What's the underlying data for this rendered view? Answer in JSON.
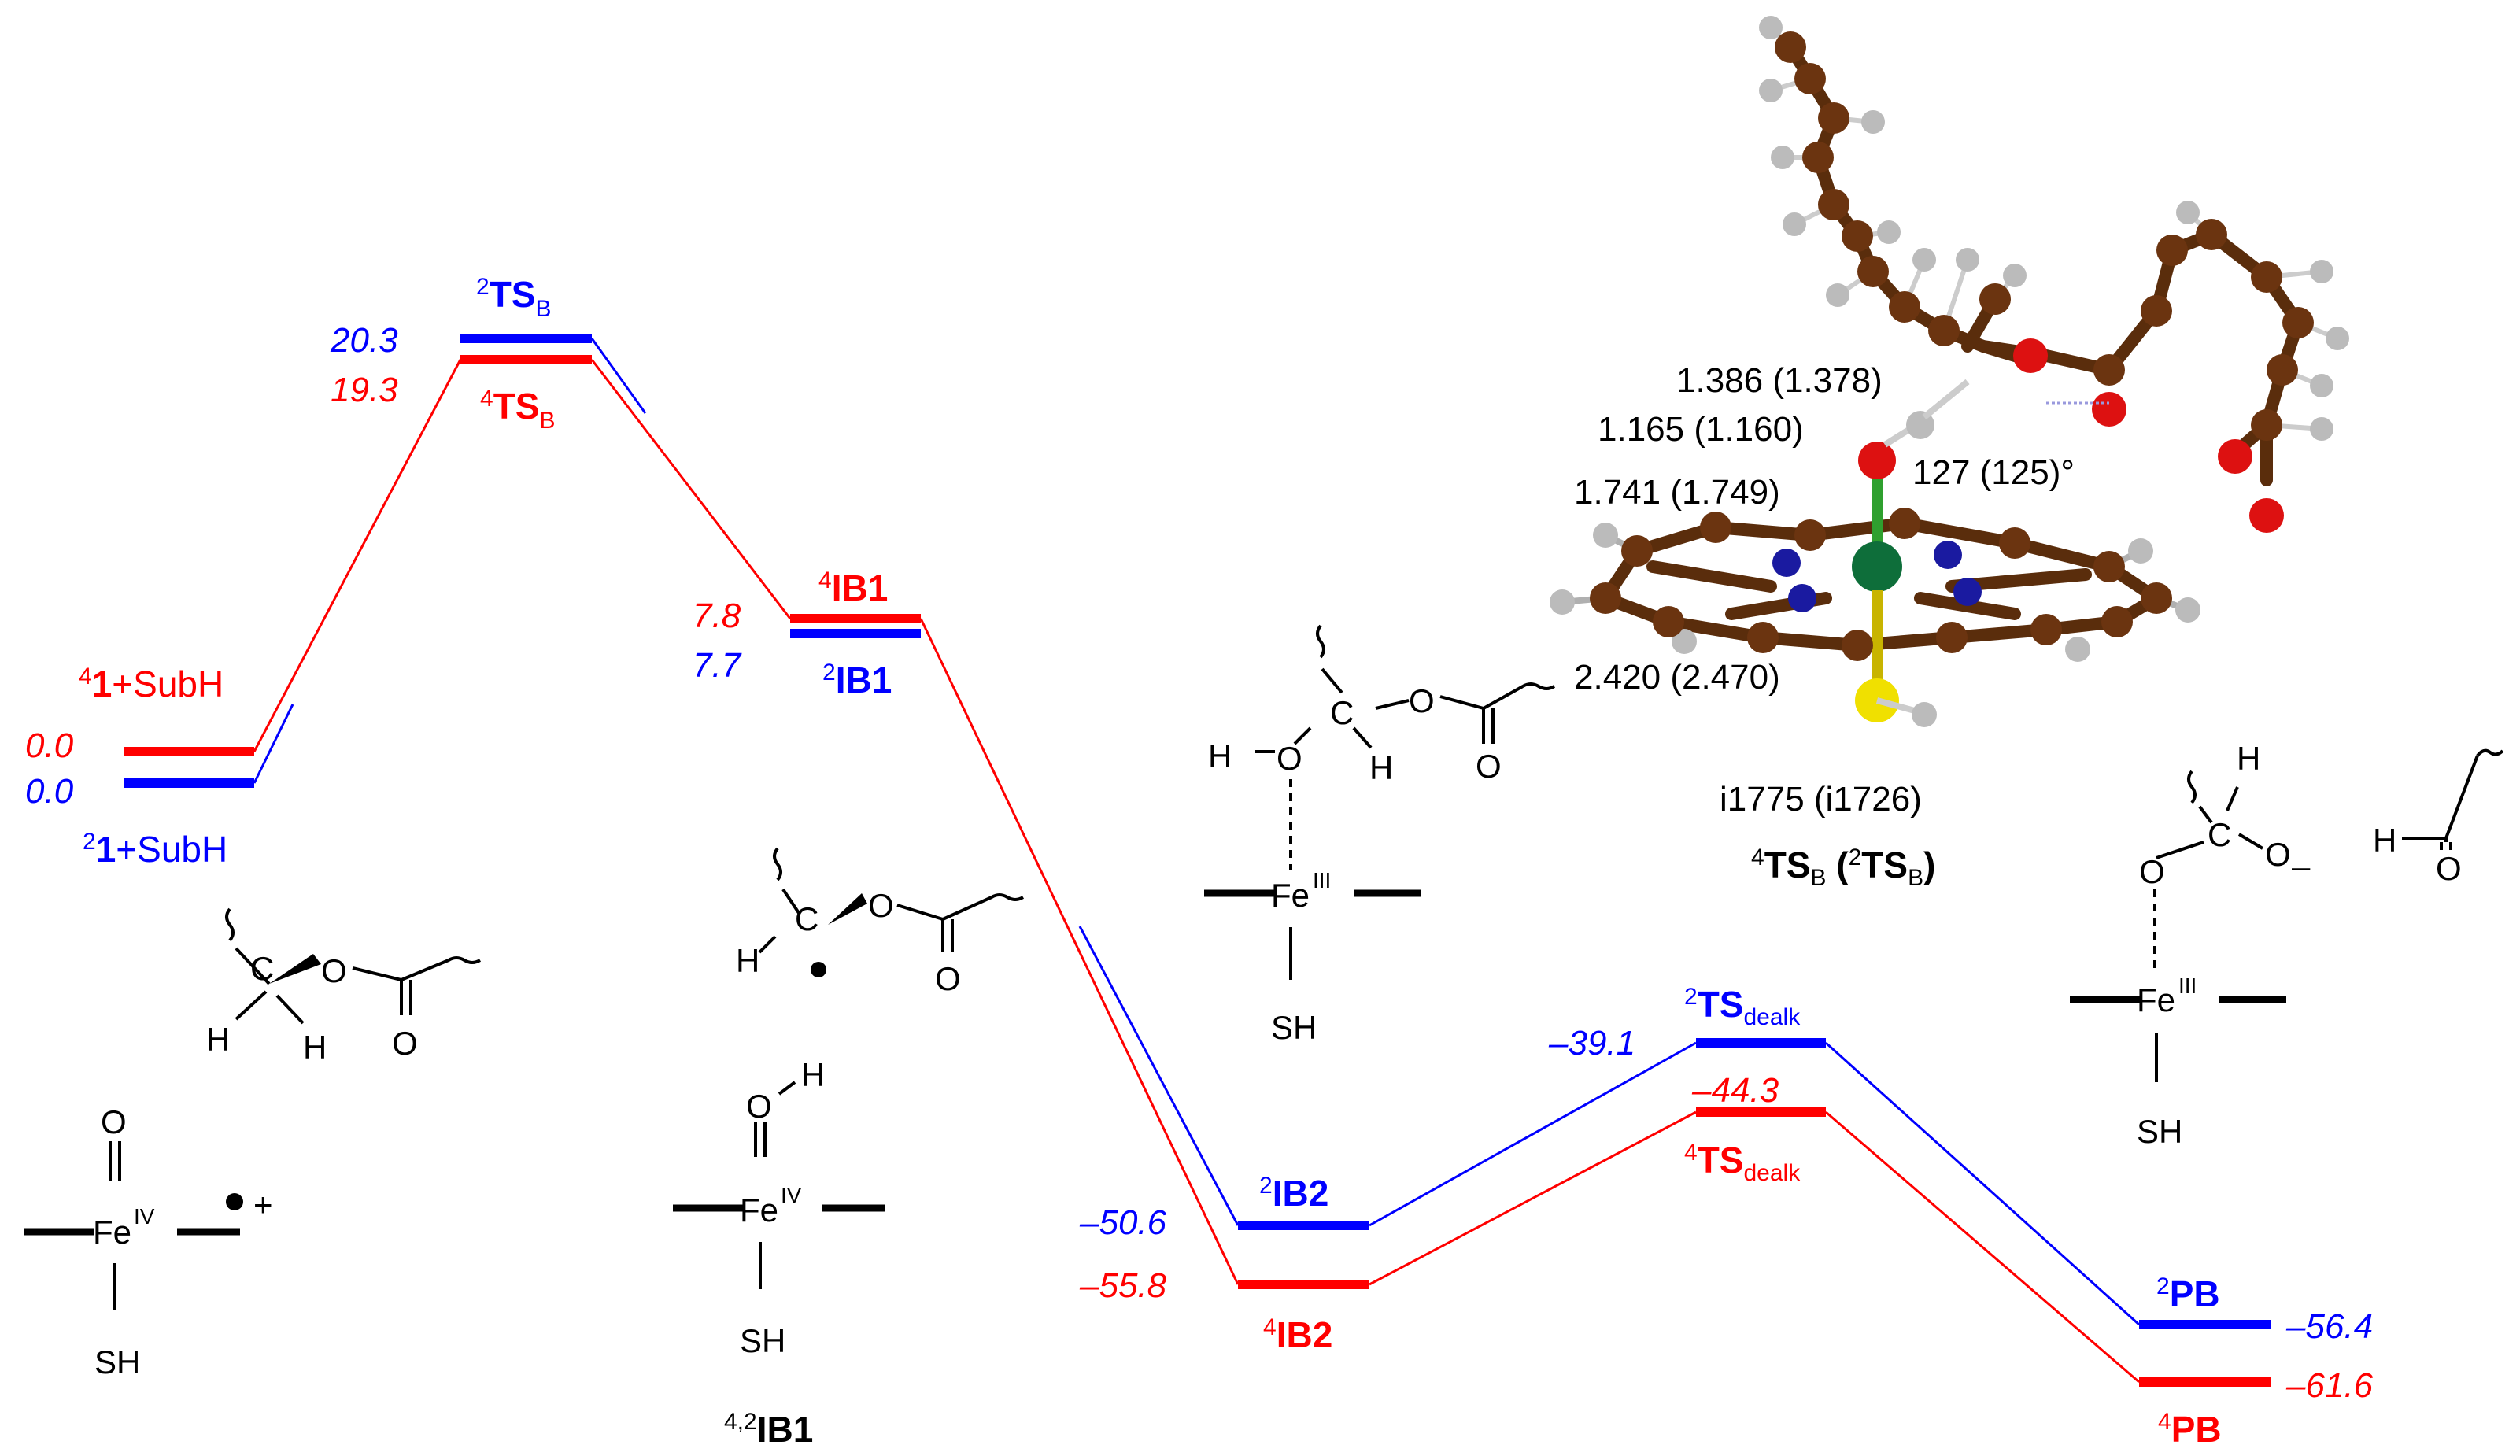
{
  "colors": {
    "quartet": "#ff0000",
    "doublet": "#0000ff",
    "black": "#000000"
  },
  "states": {
    "r": {
      "q_label": "1+SubH",
      "q_sup": "4",
      "d_label": "1+SubH",
      "d_sup": "2",
      "q_val": "0.0",
      "d_val": "0.0"
    },
    "ts": {
      "q_label": "TS",
      "q_sub": "B",
      "q_sup": "4",
      "d_label": "TS",
      "d_sub": "B",
      "d_sup": "2",
      "q_val": "19.3",
      "d_val": "20.3"
    },
    "ib1": {
      "q_label": "IB1",
      "q_sup": "4",
      "d_label": "IB1",
      "d_sup": "2",
      "q_val": "7.8",
      "d_val": "7.7"
    },
    "ib2": {
      "q_label": "IB2",
      "q_sup": "4",
      "d_label": "IB2",
      "d_sup": "2",
      "q_val": "–55.8",
      "d_val": "–50.6"
    },
    "tsd": {
      "q_label": "TS",
      "q_sub": "dealk",
      "q_sup": "4",
      "d_label": "TS",
      "d_sub": "dealk",
      "d_sup": "2",
      "q_val": "–44.3",
      "d_val": "–39.1"
    },
    "pb": {
      "q_label": "PB",
      "q_sup": "4",
      "d_label": "PB",
      "d_sup": "2",
      "q_val": "–61.6",
      "d_val": "–56.4"
    }
  },
  "structures": {
    "ib1_caption": "IB1",
    "ib1_caption_sup": "4,2",
    "H": "H",
    "O": "O",
    "C": "C",
    "Fe": "Fe",
    "SH": "SH",
    "feIV_ox": "IV",
    "feIII_ox": "III",
    "radical_cation_plus": "+",
    "o_minus": "–"
  },
  "geometry_labels": {
    "d1": "1.386 (1.378)",
    "d2": "1.165 (1.160)",
    "d3": "1.741 (1.749)",
    "angle": "127 (125)°",
    "d4": "2.420 (2.470)",
    "imag": "i1775 (i1726)",
    "ts_caption_a": "TS",
    "ts_caption_a_sup": "4",
    "ts_caption_a_sub": "B",
    "ts_caption_b": "TS",
    "ts_caption_b_sup": "2",
    "ts_caption_b_sub": "B"
  }
}
